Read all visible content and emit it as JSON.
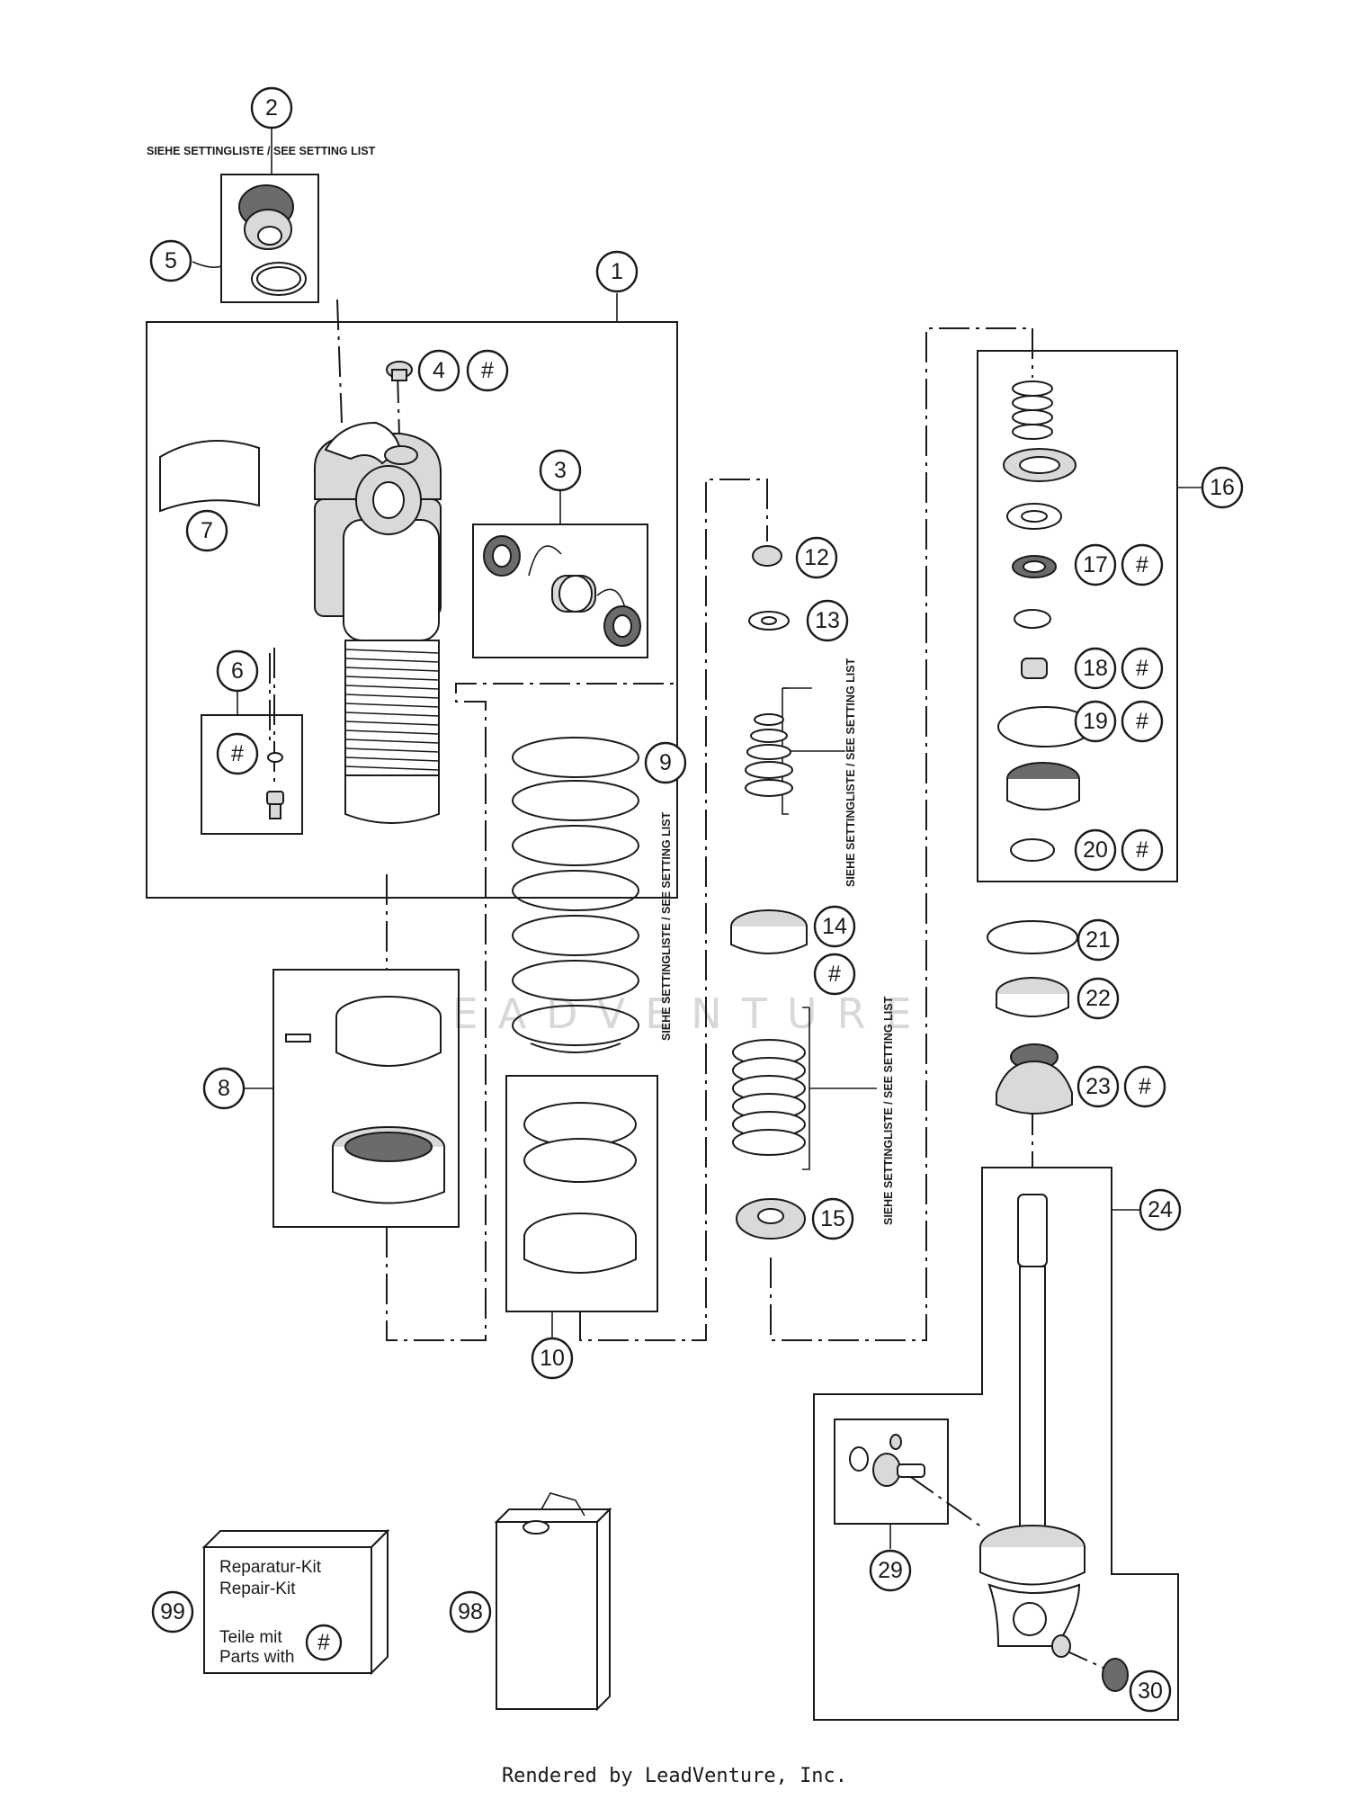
{
  "notes": {
    "setting_list_h": "SIEHE SETTINGLISTE / SEE SETTING LIST",
    "setting_list_v": "SIEHE SETTINGLISTE / SEE SETTING LIST"
  },
  "kit": {
    "title_de": "Reparatur-Kit",
    "title_en": "Repair-Kit",
    "parts_de": "Teile mit",
    "parts_en": "Parts with",
    "hash": "#"
  },
  "callouts": {
    "c1": "1",
    "c2": "2",
    "c3": "3",
    "c4": "4",
    "c5": "5",
    "c6": "6",
    "c7": "7",
    "c8": "8",
    "c9": "9",
    "c10": "10",
    "c12": "12",
    "c13": "13",
    "c14": "14",
    "c15": "15",
    "c16": "16",
    "c17": "17",
    "c18": "18",
    "c19": "19",
    "c20": "20",
    "c21": "21",
    "c22": "22",
    "c23": "23",
    "c24": "24",
    "c29": "29",
    "c30": "30",
    "c98": "98",
    "c99": "99"
  },
  "hash_marker": "#",
  "watermark": "LEADVENTURE",
  "footer": "Rendered by LeadVenture, Inc."
}
